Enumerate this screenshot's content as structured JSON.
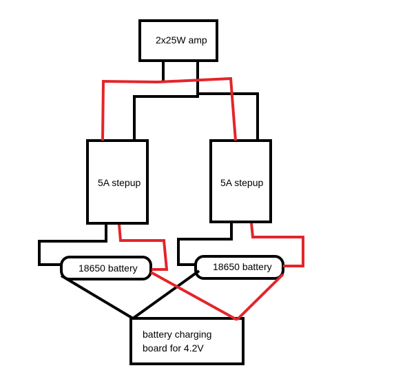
{
  "labels": {
    "amp": "2x25W amp",
    "stepup_left": "5A stepup",
    "stepup_right": "5A stepup",
    "battery_left": "18650 battery",
    "battery_right": "18650 battery",
    "charger_line1": "battery charging",
    "charger_line2": "board for 4.2V"
  },
  "colors": {
    "wire_black": "#000000",
    "wire_red": "#e3252a",
    "background": "#ffffff"
  }
}
